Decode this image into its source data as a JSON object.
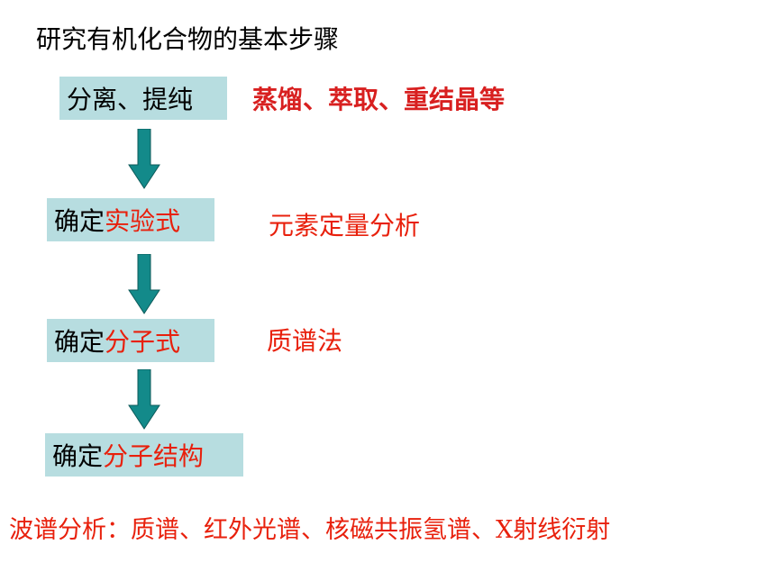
{
  "title": "研究有机化合物的基本步骤",
  "steps": [
    {
      "prefix": "分离、提纯",
      "highlight": ""
    },
    {
      "prefix": "确定",
      "highlight": "实验式"
    },
    {
      "prefix": "确定",
      "highlight": "分子式"
    },
    {
      "prefix": "确定",
      "highlight": "分子结构"
    }
  ],
  "methods": [
    "蒸馏、萃取、重结晶等",
    "元素定量分析",
    "质谱法"
  ],
  "footer": "波谱分析：质谱、红外光谱、核磁共振氢谱、X射线衍射",
  "colors": {
    "box_fill": "#b7dde0",
    "arrow_fill": "#138a8a",
    "highlight": "#e8200c"
  }
}
